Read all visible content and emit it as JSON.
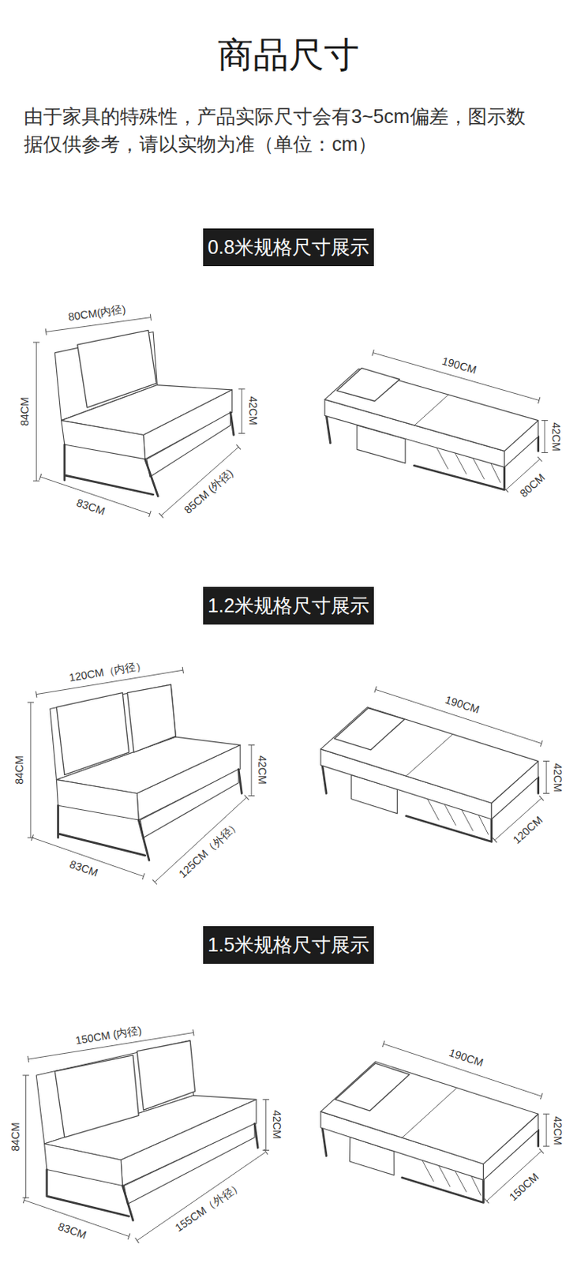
{
  "diagram": {
    "title": "商品尺寸",
    "nodes": [
      {
        "text": [
          "0.8米规格尺寸展示"
        ]
      },
      {
        "text": [
          "1.2米规格尺寸展示"
        ]
      },
      {
        "text": [
          "1.5米规格尺寸展示"
        ]
      }
    ],
    "labels": [
      "由于家具的特殊性，产品实际尺寸会有3~5cm偏差，图示数据仅供参考，请以实物为准（单位：cm）",
      "80CM(内径)",
      "84CM",
      "42CM",
      "83CM",
      "85CM (外径)",
      "190CM",
      "42CM",
      "80CM",
      "120CM（内径）",
      "84CM",
      "42CM",
      "83CM",
      "125CM（外径）",
      "190CM",
      "42CM",
      "120CM",
      "150CM (内径)",
      "84CM",
      "42CM",
      "83CM",
      "155CM（外径）",
      "190CM",
      "42CM",
      "150CM"
    ]
  }
}
